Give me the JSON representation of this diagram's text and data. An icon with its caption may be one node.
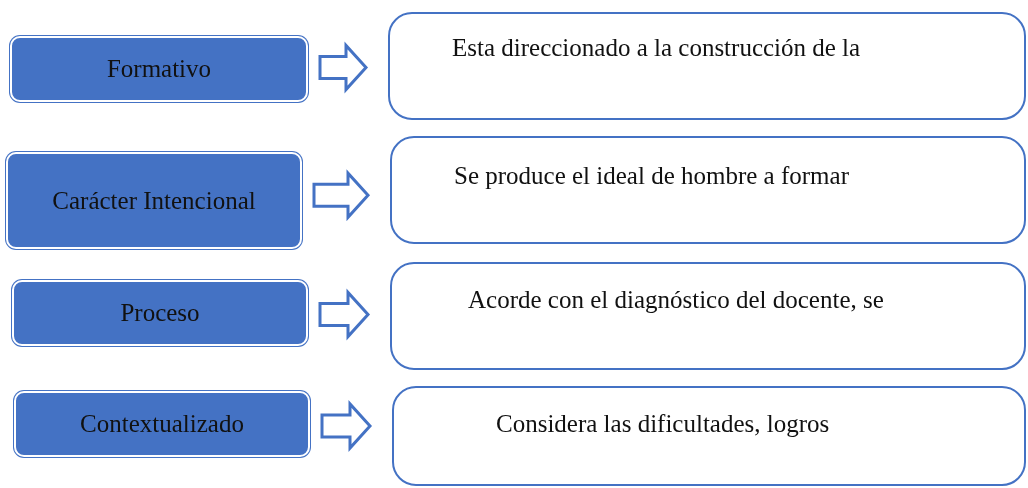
{
  "diagram": {
    "nodes": [
      {
        "text": [
          "Formativo"
        ]
      },
      {
        "text": [
          "Esta direccionado a la construcción de la"
        ]
      },
      {
        "text": [
          "Carácter Intencional"
        ]
      },
      {
        "text": [
          "Se produce el ideal de hombre a formar"
        ]
      },
      {
        "text": [
          "Proceso"
        ]
      },
      {
        "text": [
          "Acorde con el diagnóstico del docente, se"
        ]
      },
      {
        "text": [
          "Contextualizado"
        ]
      },
      {
        "text": [
          "Considera las dificultades, logros"
        ]
      }
    ],
    "edges": [
      {
        "from": 0,
        "to": 1,
        "arrow": "to"
      },
      {
        "from": 2,
        "to": 3,
        "arrow": "to"
      },
      {
        "from": 4,
        "to": 5,
        "arrow": "to"
      },
      {
        "from": 6,
        "to": 7,
        "arrow": "to"
      }
    ]
  }
}
